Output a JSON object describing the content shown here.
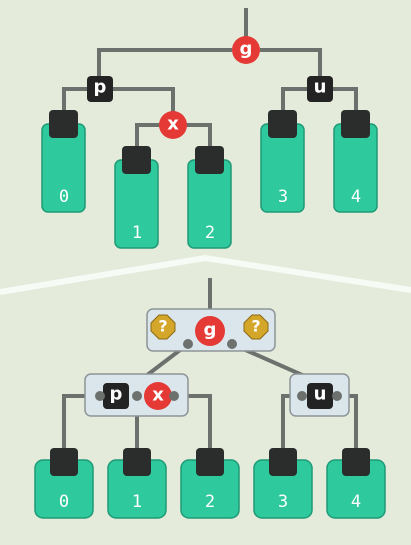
{
  "colors": {
    "background": "#e4ebdb",
    "line": "#6d716d",
    "leaf_fill": "#2ec99c",
    "leaf_cap": "#2a2d2b",
    "black_node": "#232323",
    "red_node": "#e53935",
    "placeholder_node": "#d4a62a",
    "group_box": "#dbe6ec",
    "group_border": "#8d9497"
  },
  "top_tree": {
    "root": {
      "label": "g",
      "color": "red"
    },
    "left_node": {
      "label": "p",
      "color": "black"
    },
    "right_node": {
      "label": "u",
      "color": "black"
    },
    "inner_node": {
      "label": "x",
      "color": "red"
    },
    "leaves": [
      "0",
      "1",
      "2",
      "3",
      "4"
    ]
  },
  "bottom_tree": {
    "root_group": {
      "left_placeholder": "?",
      "center": "g",
      "right_placeholder": "?"
    },
    "left_group": {
      "black": "p",
      "red": "x"
    },
    "right_group": {
      "black": "u"
    },
    "leaves": [
      "0",
      "1",
      "2",
      "3",
      "4"
    ]
  }
}
